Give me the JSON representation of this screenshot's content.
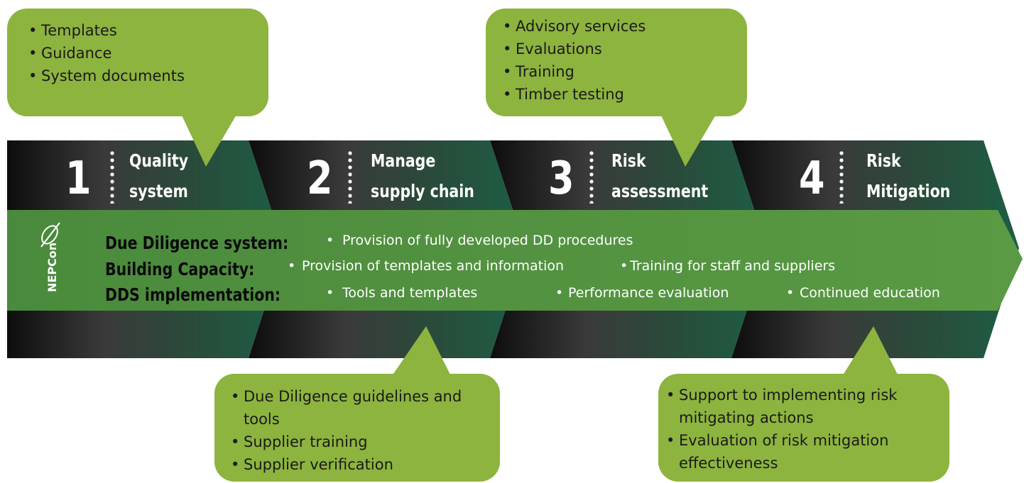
{
  "colors": {
    "callout": "#8db43e",
    "band_green": "#4e8e3e",
    "chevron_dark": "#1d5e44",
    "chevron_black": "#111111"
  },
  "callouts": {
    "top_left": [
      "Templates",
      "Guidance",
      "System documents"
    ],
    "top_right": [
      "Advisory services",
      "Evaluations",
      "Training",
      "Timber testing"
    ],
    "bottom_mid": [
      "Due Diligence guidelines and tools",
      "Supplier training",
      "Supplier verification"
    ],
    "bottom_right": [
      "Support to implementing risk mitigating actions",
      "Evaluation of risk mitigation effectiveness"
    ]
  },
  "steps": [
    {
      "number": "1",
      "line1": "Quality",
      "line2": "system"
    },
    {
      "number": "2",
      "line1": "Manage",
      "line2": "supply chain"
    },
    {
      "number": "3",
      "line1": "Risk",
      "line2": "assessment"
    },
    {
      "number": "4",
      "line1": "Risk",
      "line2": "Mitigation"
    }
  ],
  "logo": {
    "text": "NEPCon",
    "icon": "leaf-icon"
  },
  "rows": {
    "due_diligence": {
      "label": "Due Diligence system:",
      "items": [
        "Provision of fully developed DD procedures"
      ]
    },
    "building_capacity": {
      "label": "Building Capacity:",
      "items": [
        "Provision of templates and information",
        "Training for staff and suppliers"
      ]
    },
    "dds_implementation": {
      "label": "DDS implementation:",
      "items": [
        "Tools and templates",
        "Performance evaluation",
        "Continued education"
      ]
    }
  }
}
